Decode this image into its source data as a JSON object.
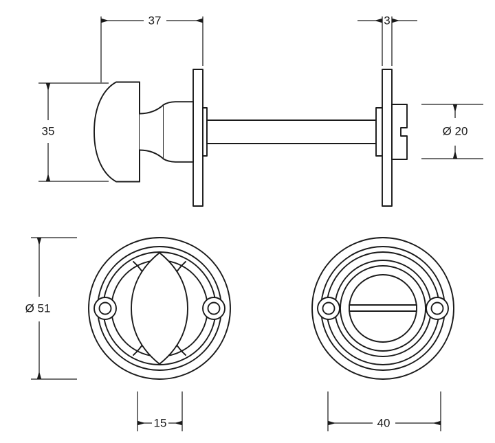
{
  "drawing": {
    "title": "Door Knob Turn and Release Technical Drawing",
    "background_color": "#ffffff",
    "line_color": "#1a1a1a",
    "units": "mm",
    "views": [
      {
        "name": "side-elevation-assembly",
        "label": ""
      },
      {
        "name": "front-view-knob",
        "label": ""
      },
      {
        "name": "front-view-release",
        "label": ""
      }
    ]
  },
  "dimensions": {
    "knob_projection": {
      "value": "37",
      "name": "knob-projection-dimension",
      "orientation": "horizontal",
      "view": "side-elevation"
    },
    "rose_thickness": {
      "value": "3",
      "name": "rose-thickness-dimension",
      "orientation": "horizontal",
      "view": "side-elevation"
    },
    "knob_height": {
      "value": "35",
      "name": "knob-height-dimension",
      "orientation": "vertical",
      "view": "side-elevation"
    },
    "spindle_diameter": {
      "value": "Ø 20",
      "name": "release-diameter-dimension",
      "orientation": "vertical",
      "view": "side-elevation"
    },
    "rose_diameter": {
      "value": "Ø 51",
      "name": "rose-diameter-dimension",
      "orientation": "vertical",
      "view": "front-view"
    },
    "knob_width": {
      "value": "15",
      "name": "knob-width-dimension",
      "orientation": "horizontal",
      "view": "front-view-knob"
    },
    "release_width": {
      "value": "40",
      "name": "release-width-dimension",
      "orientation": "horizontal",
      "view": "front-view-release"
    }
  }
}
